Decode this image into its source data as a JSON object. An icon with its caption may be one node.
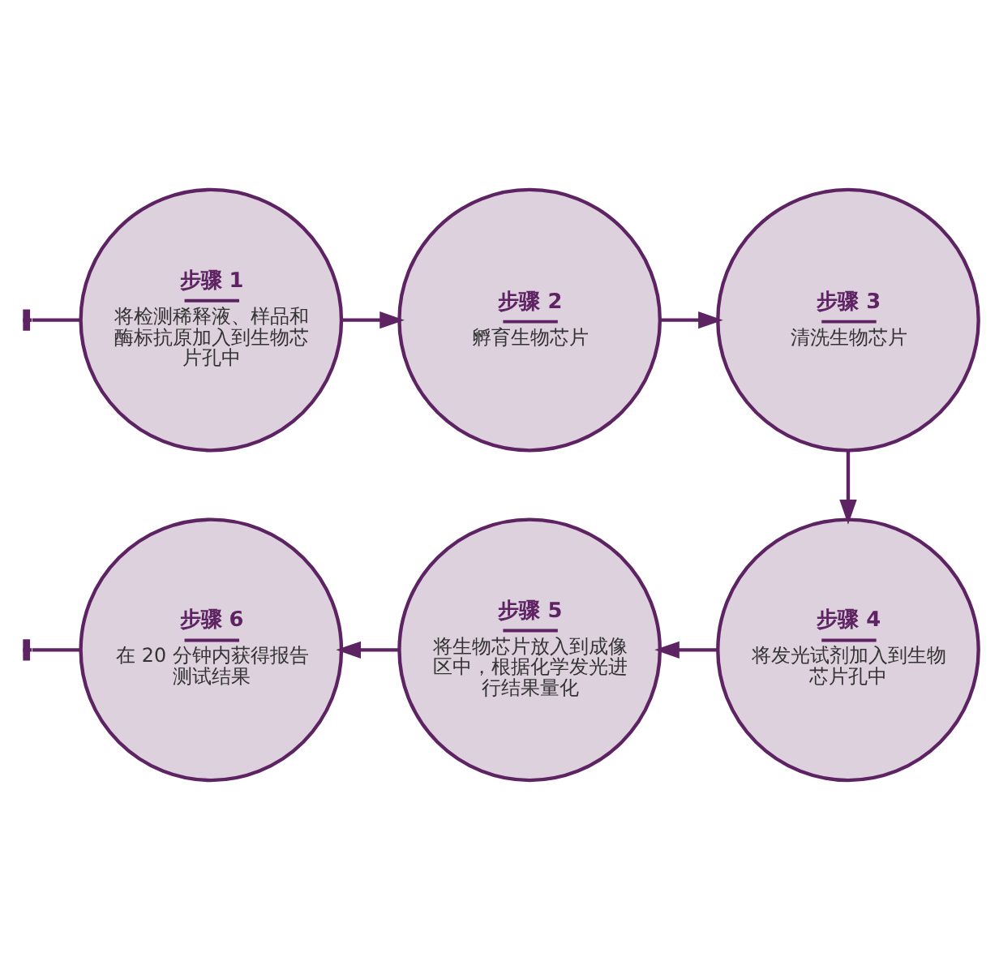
{
  "diagram": {
    "nodes": [
      {
        "text": [
          "步骤 1",
          "将检测稀释液、样品和酶标抗原加入到生物芯片孔中"
        ]
      },
      {
        "text": [
          "步骤 2",
          "孵育生物芯片"
        ]
      },
      {
        "text": [
          "步骤 3",
          "清洗生物芯片"
        ]
      },
      {
        "text": [
          "步骤 4",
          "将发光试剂加入到生物芯片孔中"
        ]
      },
      {
        "text": [
          "步骤 5",
          "将生物芯片放入到成像区中，根据化学发光进行结果量化"
        ]
      },
      {
        "text": [
          "步骤 6",
          "在 20 分钟内获得报告测试结果"
        ]
      }
    ],
    "edges": [
      {
        "from": null,
        "to": 0,
        "arrow": "other"
      },
      {
        "from": 0,
        "to": 1,
        "arrow": "to"
      },
      {
        "from": 1,
        "to": 2,
        "arrow": "to"
      },
      {
        "from": 2,
        "to": 3,
        "arrow": "to"
      },
      {
        "from": 3,
        "to": 4,
        "arrow": "to"
      },
      {
        "from": 4,
        "to": 5,
        "arrow": "to"
      },
      {
        "from": 5,
        "to": null,
        "arrow": "other"
      }
    ]
  }
}
